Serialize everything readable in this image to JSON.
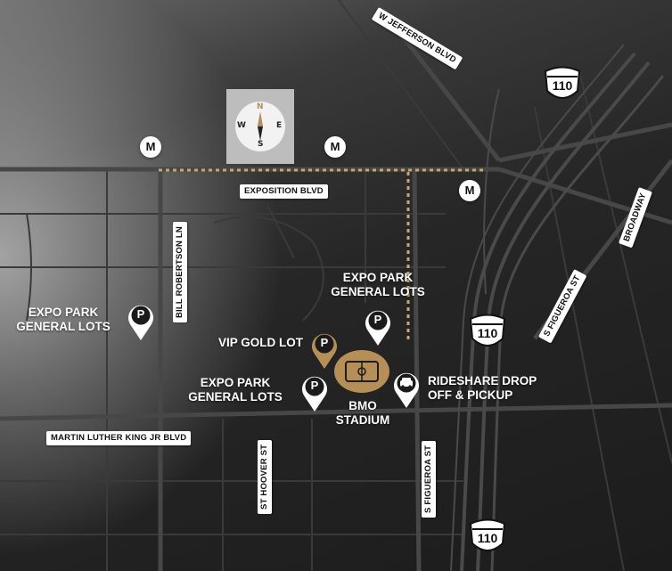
{
  "map": {
    "compass": {
      "n": "N",
      "s": "S",
      "e": "E",
      "w": "W"
    },
    "streets": {
      "jefferson": "W JEFFERSON BLVD",
      "exposition": "EXPOSITION BLVD",
      "bill_robertson": "BILL ROBERTSON LN",
      "mlk": "MARTIN LUTHER KING JR BLVD",
      "hoover": "ST HOOVER ST",
      "figueroa_south": "S FIGUEROA ST",
      "figueroa_diag": "S FIGUEROA ST",
      "broadway": "BROADWAY"
    },
    "freeway": {
      "shield_number": "110"
    },
    "metro_symbol": "M",
    "parking_symbol": "P",
    "places": {
      "expo_west": "EXPO PARK\nGENERAL LOTS",
      "expo_north": "EXPO PARK\nGENERAL LOTS",
      "expo_south": "EXPO PARK\nGENERAL LOTS",
      "vip": "VIP GOLD LOT",
      "stadium": "BMO\nSTADIUM",
      "rideshare": "RIDESHARE DROP\nOFF & PICKUP"
    },
    "colors": {
      "gold": "#b58f55",
      "road": "#3e3e3e",
      "dotted": "#c9a86e"
    }
  }
}
